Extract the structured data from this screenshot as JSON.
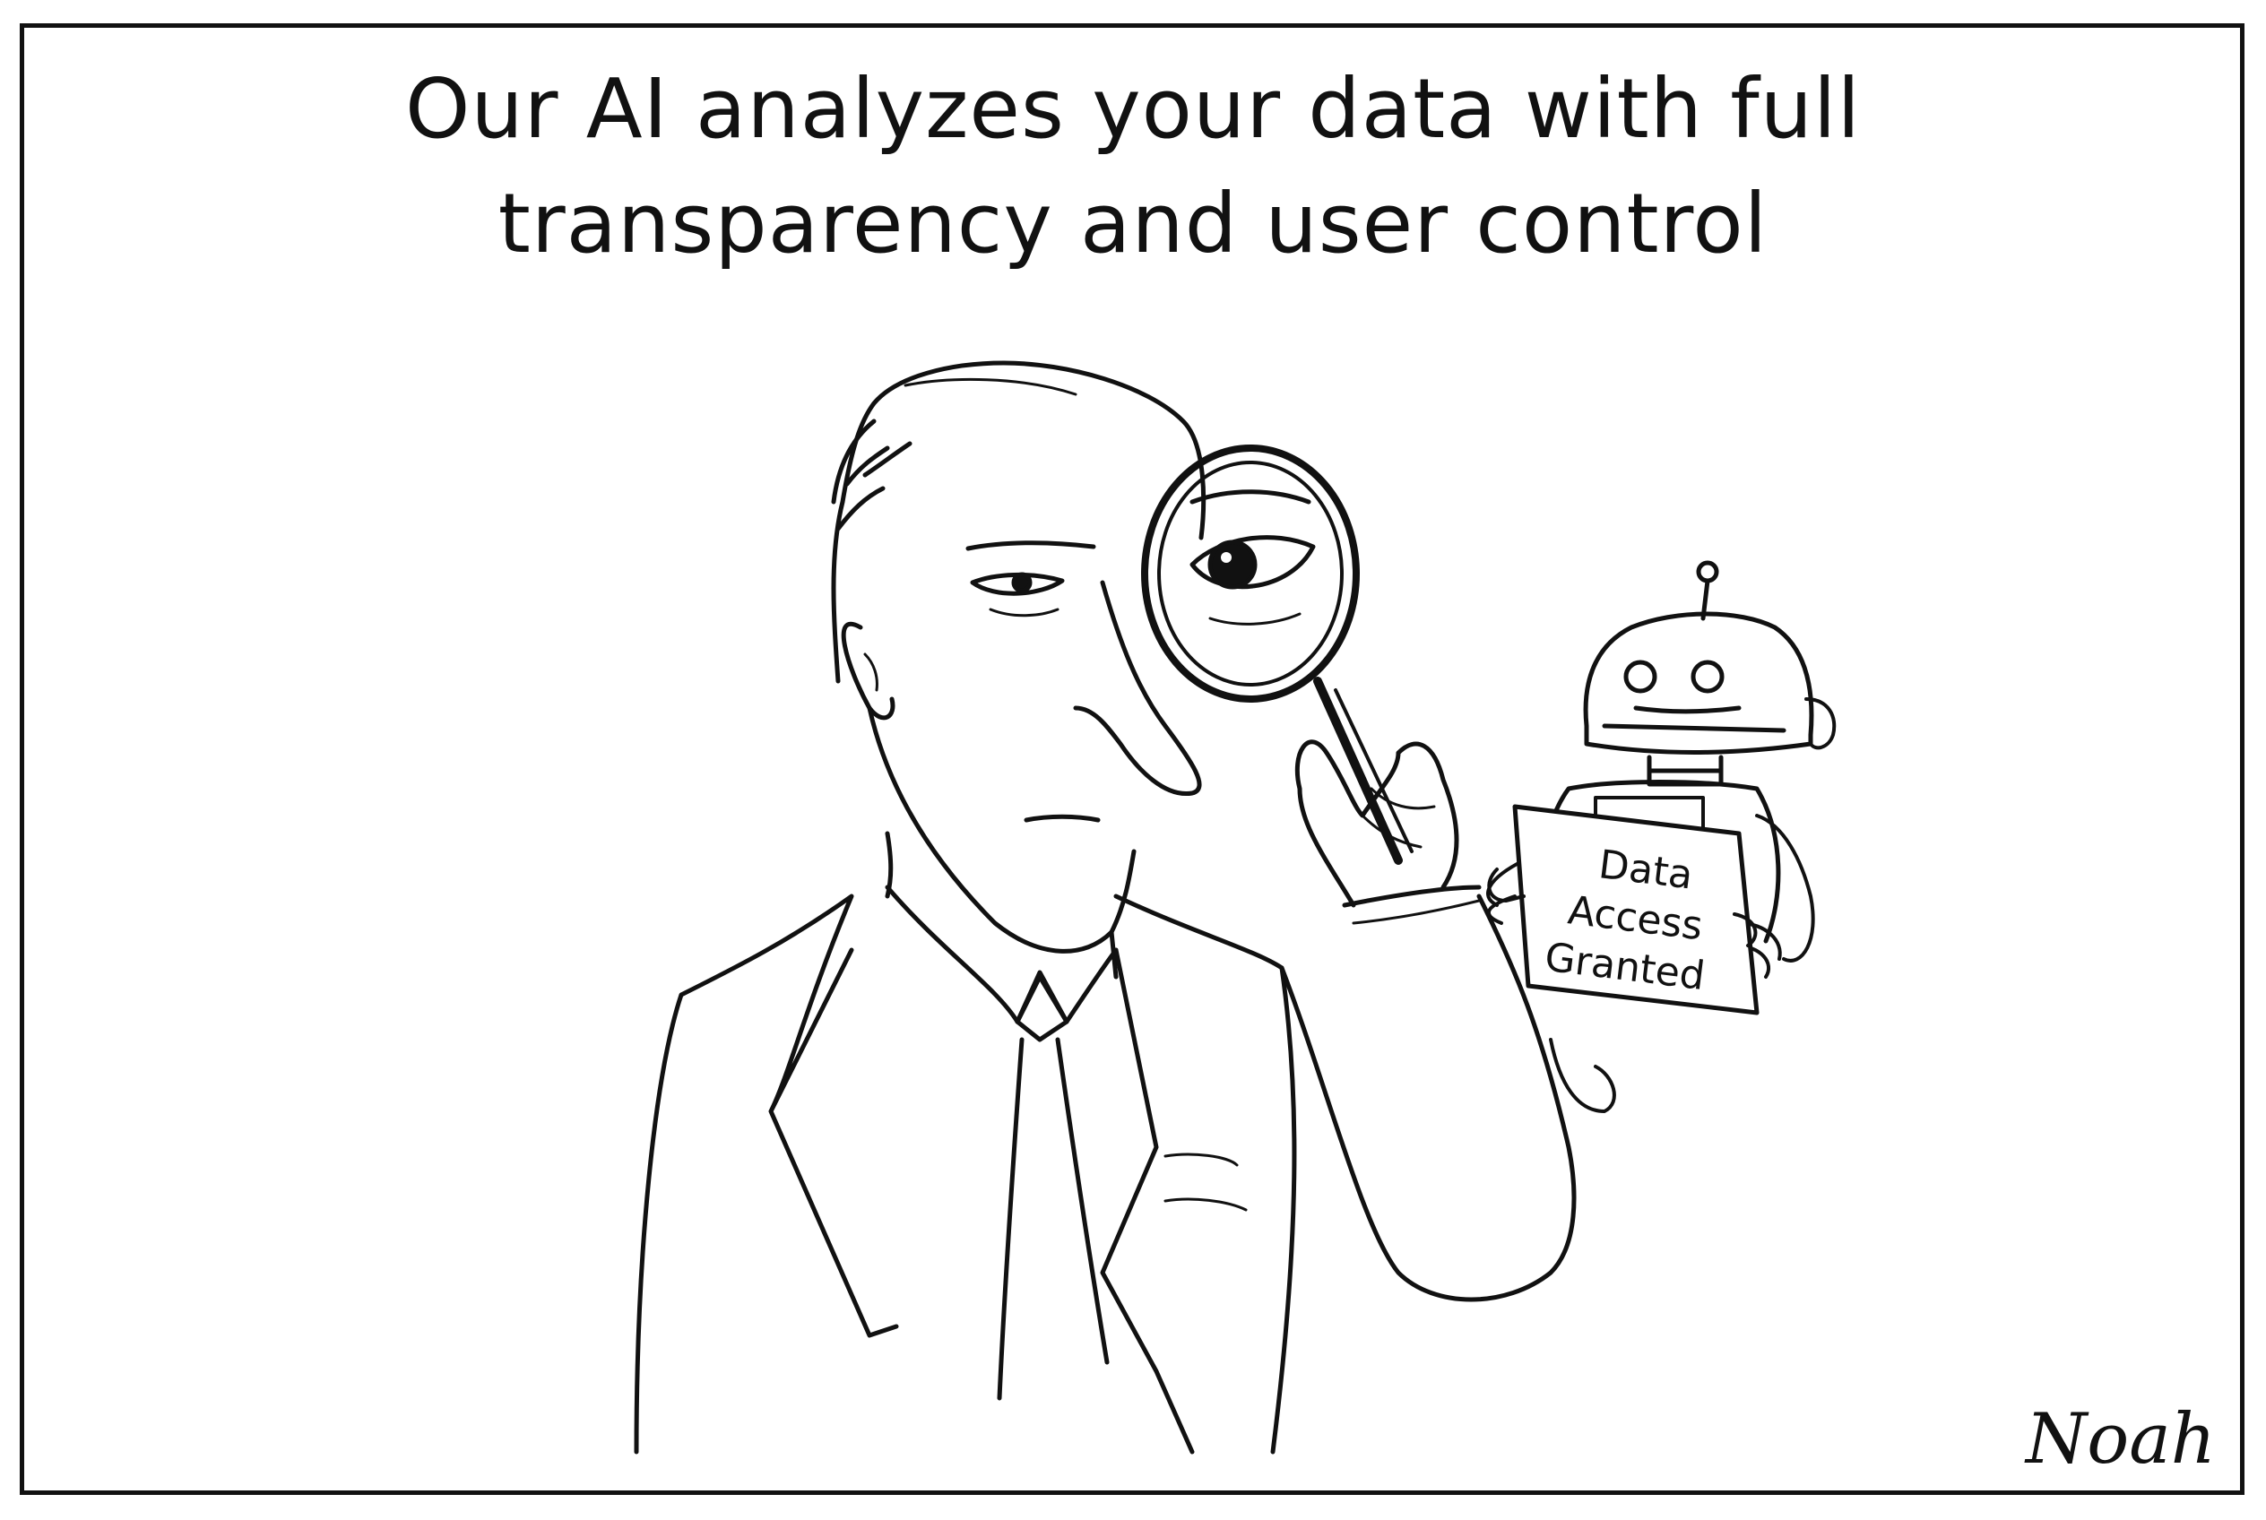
{
  "caption": {
    "line1": "Our AI analyzes your data with full",
    "line2": "transparency and user control"
  },
  "sign": {
    "line1": "Data",
    "line2": "Access",
    "line3": "Granted"
  },
  "signature": "Noah"
}
